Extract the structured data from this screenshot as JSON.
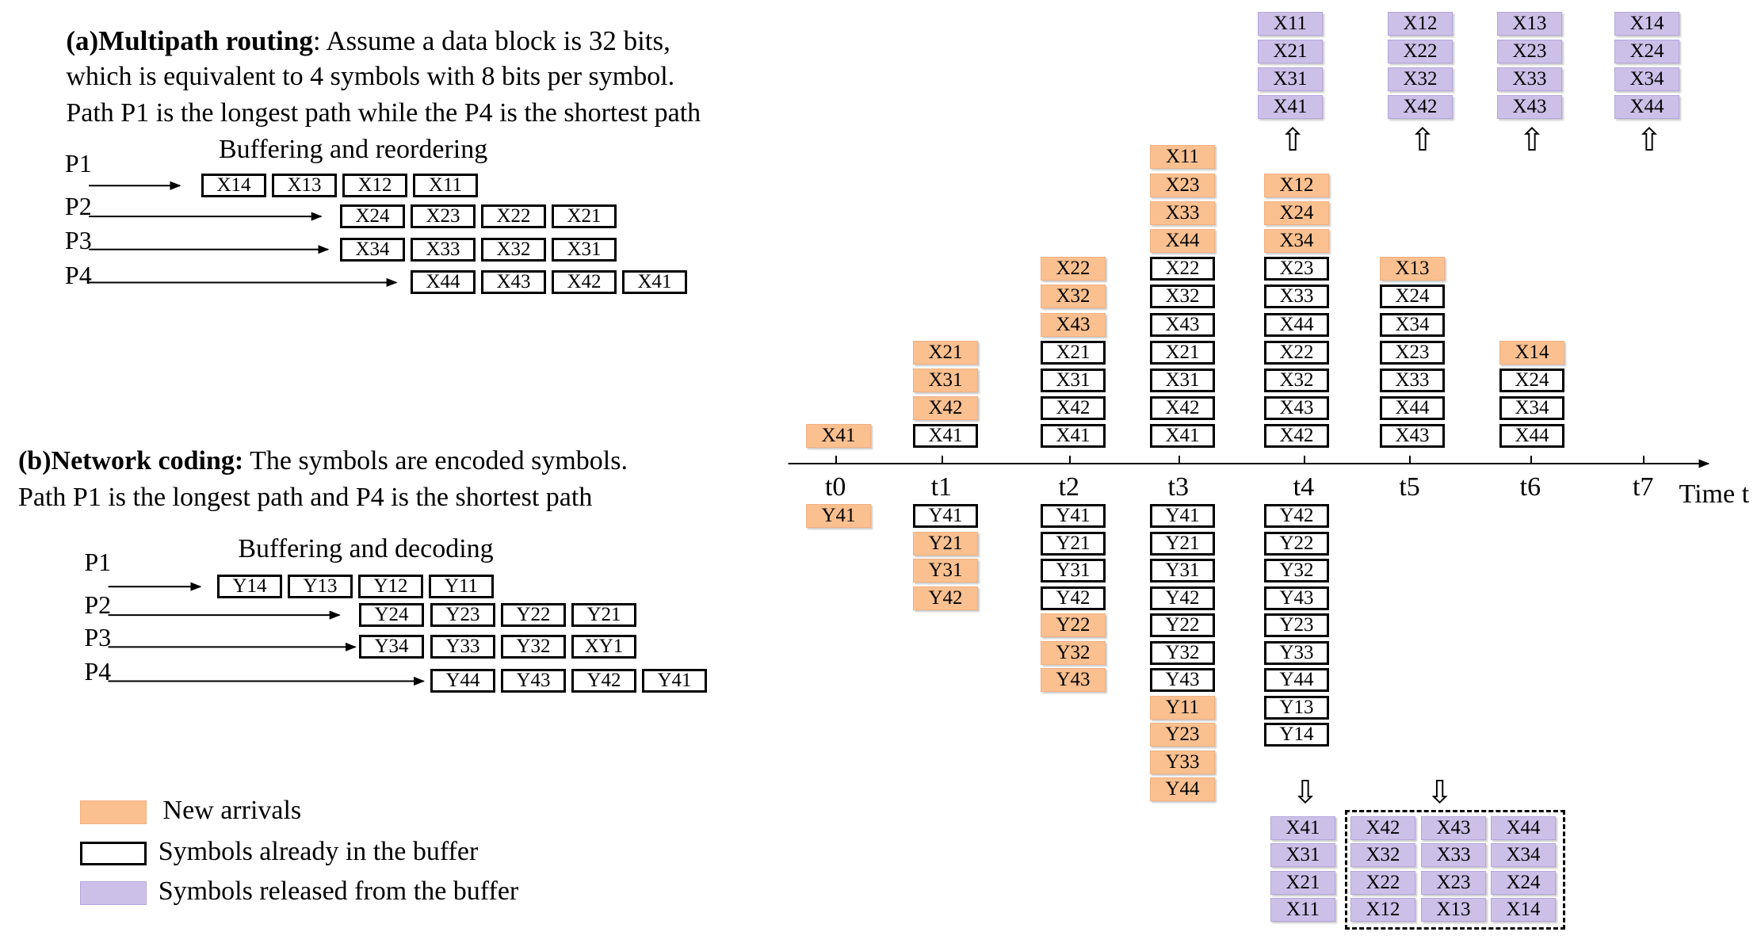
{
  "section_a": {
    "heading": "(a)Multipath routing",
    "text_line1": ": Assume a data block is 32 bits,",
    "text_line2": "which is equivalent to 4 symbols  with 8 bits per symbol.",
    "text_line3": "Path P1 is the longest path while the P4 is the shortest path",
    "buffer_label": "Buffering and reordering",
    "paths": [
      {
        "label": "P1",
        "symbols": [
          "X14",
          "X13",
          "X12",
          "X11"
        ]
      },
      {
        "label": "P2",
        "symbols": [
          "X24",
          "X23",
          "X22",
          "X21"
        ]
      },
      {
        "label": "P3",
        "symbols": [
          "X34",
          "X33",
          "X32",
          "X31"
        ]
      },
      {
        "label": "P4",
        "symbols": [
          "X44",
          "X43",
          "X42",
          "X41"
        ]
      }
    ]
  },
  "section_b": {
    "heading": "(b)Network coding:",
    "text_line1": " The symbols are encoded symbols.",
    "text_line2": "Path P1 is the longest  path and P4 is the shortest path",
    "buffer_label": "Buffering and decoding",
    "paths": [
      {
        "label": "P1",
        "symbols": [
          "Y14",
          "Y13",
          "Y12",
          "Y11"
        ]
      },
      {
        "label": "P2",
        "symbols": [
          "Y24",
          "Y23",
          "Y22",
          "Y21"
        ]
      },
      {
        "label": "P3",
        "symbols": [
          "Y34",
          "Y33",
          "Y32",
          "XY1"
        ]
      },
      {
        "label": "P4",
        "symbols": [
          "Y44",
          "Y43",
          "Y42",
          "Y41"
        ]
      }
    ]
  },
  "legend": [
    {
      "kind": "new",
      "label": "New arrivals"
    },
    {
      "kind": "buffer",
      "label": "Symbols already in the buffer"
    },
    {
      "kind": "released",
      "label": "Symbols released from the buffer"
    }
  ],
  "timeline": {
    "ticks": [
      "t0",
      "t1",
      "t2",
      "t3",
      "t4",
      "t5",
      "t6",
      "t7"
    ],
    "axis_label": "Time t",
    "x_columns": [
      {
        "tick": "t0",
        "items": [
          {
            "s": "X41",
            "k": "new"
          }
        ]
      },
      {
        "tick": "t1",
        "items": [
          {
            "s": "X21",
            "k": "new"
          },
          {
            "s": "X31",
            "k": "new"
          },
          {
            "s": "X42",
            "k": "new"
          },
          {
            "s": "X41",
            "k": "buf"
          }
        ]
      },
      {
        "tick": "t2",
        "items": [
          {
            "s": "X22",
            "k": "new"
          },
          {
            "s": "X32",
            "k": "new"
          },
          {
            "s": "X43",
            "k": "new"
          },
          {
            "s": "X21",
            "k": "buf"
          },
          {
            "s": "X31",
            "k": "buf"
          },
          {
            "s": "X42",
            "k": "buf"
          },
          {
            "s": "X41",
            "k": "buf"
          }
        ]
      },
      {
        "tick": "t3",
        "items": [
          {
            "s": "X11",
            "k": "new"
          },
          {
            "s": "X23",
            "k": "new"
          },
          {
            "s": "X33",
            "k": "new"
          },
          {
            "s": "X44",
            "k": "new"
          },
          {
            "s": "X22",
            "k": "buf"
          },
          {
            "s": "X32",
            "k": "buf"
          },
          {
            "s": "X43",
            "k": "buf"
          },
          {
            "s": "X21",
            "k": "buf"
          },
          {
            "s": "X31",
            "k": "buf"
          },
          {
            "s": "X42",
            "k": "buf"
          },
          {
            "s": "X41",
            "k": "buf"
          }
        ]
      },
      {
        "tick": "t4",
        "items": [
          {
            "s": "X12",
            "k": "new"
          },
          {
            "s": "X24",
            "k": "new"
          },
          {
            "s": "X34",
            "k": "new"
          },
          {
            "s": "X23",
            "k": "buf"
          },
          {
            "s": "X33",
            "k": "buf"
          },
          {
            "s": "X44",
            "k": "buf"
          },
          {
            "s": "X22",
            "k": "buf"
          },
          {
            "s": "X32",
            "k": "buf"
          },
          {
            "s": "X43",
            "k": "buf"
          },
          {
            "s": "X42",
            "k": "buf"
          }
        ]
      },
      {
        "tick": "t5",
        "items": [
          {
            "s": "X13",
            "k": "new"
          },
          {
            "s": "X24",
            "k": "buf"
          },
          {
            "s": "X34",
            "k": "buf"
          },
          {
            "s": "X23",
            "k": "buf"
          },
          {
            "s": "X33",
            "k": "buf"
          },
          {
            "s": "X44",
            "k": "buf"
          },
          {
            "s": "X43",
            "k": "buf"
          }
        ]
      },
      {
        "tick": "t6",
        "items": [
          {
            "s": "X14",
            "k": "new"
          },
          {
            "s": "X24",
            "k": "buf"
          },
          {
            "s": "X34",
            "k": "buf"
          },
          {
            "s": "X44",
            "k": "buf"
          }
        ]
      }
    ],
    "released_top": [
      {
        "tick": "t4",
        "items": [
          "X11",
          "X21",
          "X31",
          "X41"
        ]
      },
      {
        "tick": "t5",
        "items": [
          "X12",
          "X22",
          "X32",
          "X42"
        ]
      },
      {
        "tick": "t6",
        "items": [
          "X13",
          "X23",
          "X33",
          "X43"
        ]
      },
      {
        "tick": "t7",
        "items": [
          "X14",
          "X24",
          "X34",
          "X44"
        ]
      }
    ],
    "y_columns": [
      {
        "tick": "t0",
        "items": [
          {
            "s": "Y41",
            "k": "new"
          }
        ]
      },
      {
        "tick": "t1",
        "items": [
          {
            "s": "Y41",
            "k": "buf"
          },
          {
            "s": "Y21",
            "k": "new"
          },
          {
            "s": "Y31",
            "k": "new"
          },
          {
            "s": "Y42",
            "k": "new"
          }
        ]
      },
      {
        "tick": "t2",
        "items": [
          {
            "s": "Y41",
            "k": "buf"
          },
          {
            "s": "Y21",
            "k": "buf"
          },
          {
            "s": "Y31",
            "k": "buf"
          },
          {
            "s": "Y42",
            "k": "buf"
          },
          {
            "s": "Y22",
            "k": "new"
          },
          {
            "s": "Y32",
            "k": "new"
          },
          {
            "s": "Y43",
            "k": "new"
          }
        ]
      },
      {
        "tick": "t3",
        "items": [
          {
            "s": "Y41",
            "k": "buf"
          },
          {
            "s": "Y21",
            "k": "buf"
          },
          {
            "s": "Y31",
            "k": "buf"
          },
          {
            "s": "Y42",
            "k": "buf"
          },
          {
            "s": "Y22",
            "k": "buf"
          },
          {
            "s": "Y32",
            "k": "buf"
          },
          {
            "s": "Y43",
            "k": "buf"
          },
          {
            "s": "Y11",
            "k": "new"
          },
          {
            "s": "Y23",
            "k": "new"
          },
          {
            "s": "Y33",
            "k": "new"
          },
          {
            "s": "Y44",
            "k": "new"
          }
        ]
      },
      {
        "tick": "t4",
        "items": [
          {
            "s": "Y42",
            "k": "buf"
          },
          {
            "s": "Y22",
            "k": "buf"
          },
          {
            "s": "Y32",
            "k": "buf"
          },
          {
            "s": "Y43",
            "k": "buf"
          },
          {
            "s": "Y23",
            "k": "buf"
          },
          {
            "s": "Y33",
            "k": "buf"
          },
          {
            "s": "Y44",
            "k": "buf"
          },
          {
            "s": "Y13",
            "k": "buf"
          },
          {
            "s": "Y14",
            "k": "buf"
          }
        ]
      }
    ],
    "released_bottom": {
      "single_column": [
        "X41",
        "X31",
        "X21",
        "X11"
      ],
      "grid": [
        [
          "X42",
          "X43",
          "X44"
        ],
        [
          "X32",
          "X33",
          "X34"
        ],
        [
          "X22",
          "X23",
          "X24"
        ],
        [
          "X12",
          "X13",
          "X14"
        ]
      ]
    }
  }
}
